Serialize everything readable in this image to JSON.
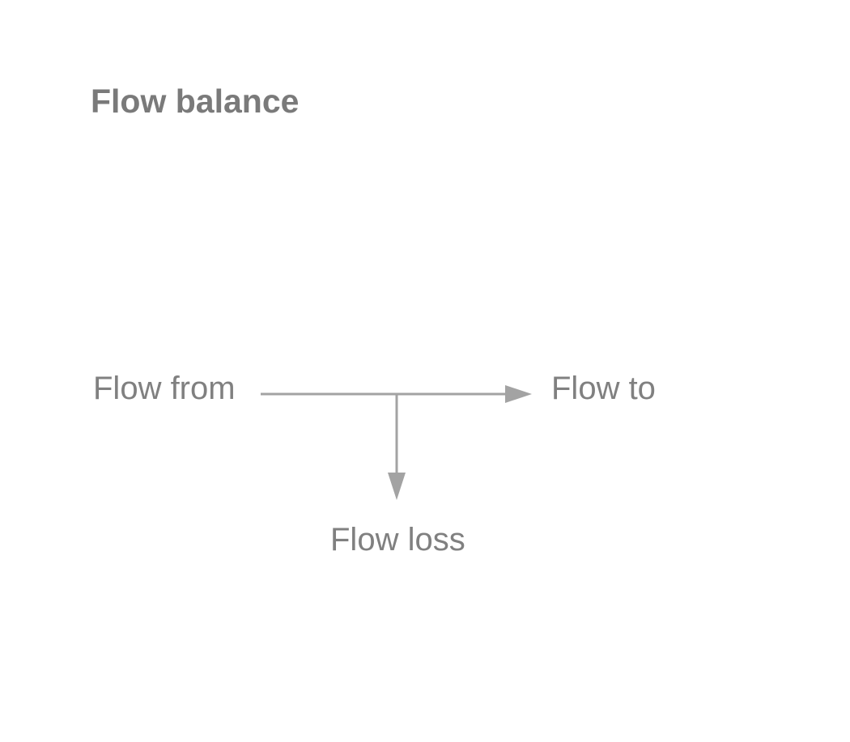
{
  "title": "Flow balance",
  "nodes": {
    "source": "Flow from",
    "target": "Flow to",
    "loss": "Flow loss"
  },
  "colors": {
    "title": "#7a7a7a",
    "label": "#808080",
    "connector": "#a3a3a3"
  }
}
